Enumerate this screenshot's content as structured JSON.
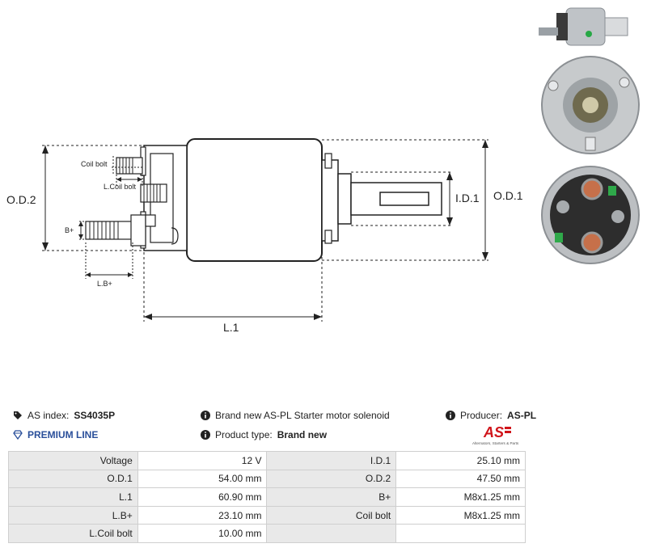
{
  "drawing_labels": {
    "od2": "O.D.2",
    "od1": "O.D.1",
    "id1": "I.D.1",
    "l1": "L.1",
    "coil_bolt": "Coil bolt",
    "l_coil_bolt": "L.Coil bolt",
    "b_plus": "B+",
    "l_b_plus": "L.B+"
  },
  "info": {
    "as_index_label": "AS index:",
    "as_index_value": "SS4035P",
    "premium": "PREMIUM LINE",
    "description": "Brand new AS-PL Starter motor solenoid",
    "product_type_label": "Product type:",
    "product_type_value": "Brand new",
    "producer_label": "Producer:",
    "producer_value": "AS-PL",
    "logo_text": "AS",
    "logo_tagline": "Alternators, Starters & Parts"
  },
  "specs": [
    [
      "Voltage",
      "12 V",
      "I.D.1",
      "25.10 mm"
    ],
    [
      "O.D.1",
      "54.00 mm",
      "O.D.2",
      "47.50 mm"
    ],
    [
      "L.1",
      "60.90 mm",
      "B+",
      "M8x1.25 mm"
    ],
    [
      "L.B+",
      "23.10 mm",
      "Coil bolt",
      "M8x1.25 mm"
    ],
    [
      "L.Coil bolt",
      "10.00 mm",
      "",
      ""
    ]
  ],
  "colors": {
    "accent_red": "#d0141a",
    "premium_blue": "#2a4f9a",
    "label_bg": "#e9e9e9",
    "border": "#cfcfcf"
  }
}
